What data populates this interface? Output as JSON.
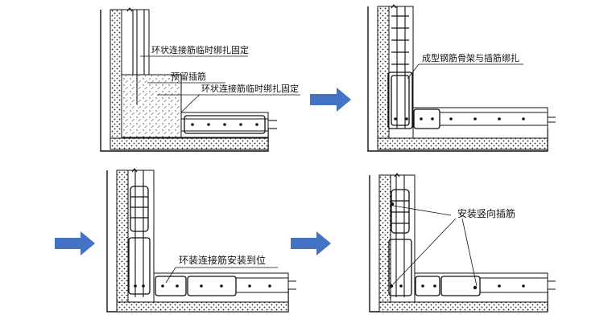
{
  "labels": {
    "p1_top": "环状连接筋临时绑扎固定",
    "p1_mid": "预留插筋",
    "p1_bot": "环状连接筋临时绑扎固定",
    "p2": "成型钢筋骨架与插筋绑扎",
    "p3": "环装连接筋安装到位",
    "p4": "安装竖向插筋"
  },
  "colors": {
    "arrow": "#4472c4",
    "line": "#111111"
  },
  "icons": {
    "arrow": "right-arrow-icon"
  }
}
